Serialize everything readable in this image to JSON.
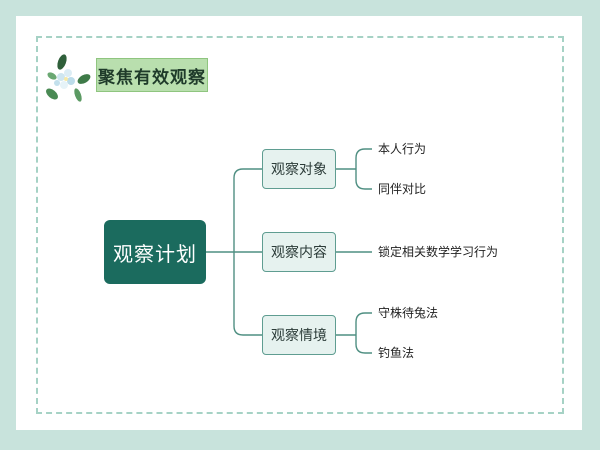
{
  "title": "聚焦有效观察",
  "mindmap": {
    "root": "观察计划",
    "branches": [
      {
        "label": "观察对象",
        "leaves": [
          "本人行为",
          "同伴对比"
        ]
      },
      {
        "label": "观察内容",
        "leaves": [
          "锁定相关数学学习行为"
        ]
      },
      {
        "label": "观察情境",
        "leaves": [
          "守株待兔法",
          "钓鱼法"
        ]
      }
    ]
  },
  "colors": {
    "background": "#c8e3dc",
    "root_fill": "#1b6b5e",
    "branch_fill": "#e6f2ef",
    "line": "#4f8f82",
    "title_fill": "#b9dfae"
  }
}
